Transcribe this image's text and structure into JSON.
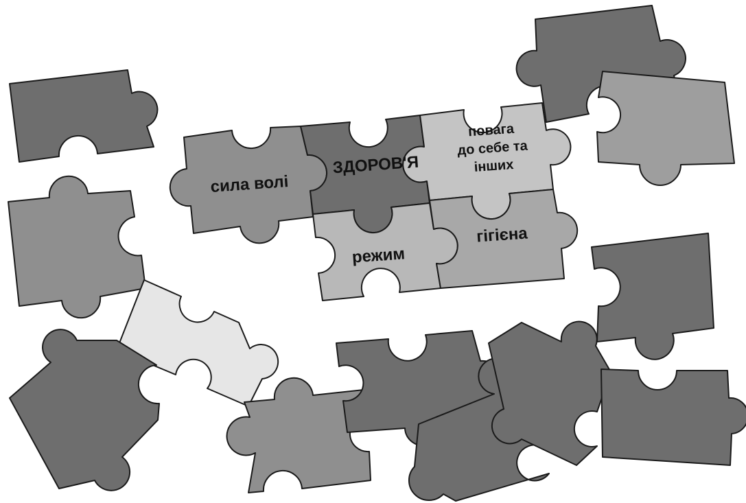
{
  "labels": {
    "willpower": "сила волі",
    "health": "ЗДОРОВ'Я",
    "respect_line1": "повага",
    "respect_line2": "до себе та",
    "respect_line3": "інших",
    "regime": "режим",
    "hygiene": "гігієна"
  },
  "colors": {
    "dark": "#6e6e6e",
    "mid": "#8f8f8f",
    "light": "#b8b8b8",
    "pale": "#e6e6e6",
    "outline": "#1a1a1a",
    "background": "#ffffff"
  }
}
